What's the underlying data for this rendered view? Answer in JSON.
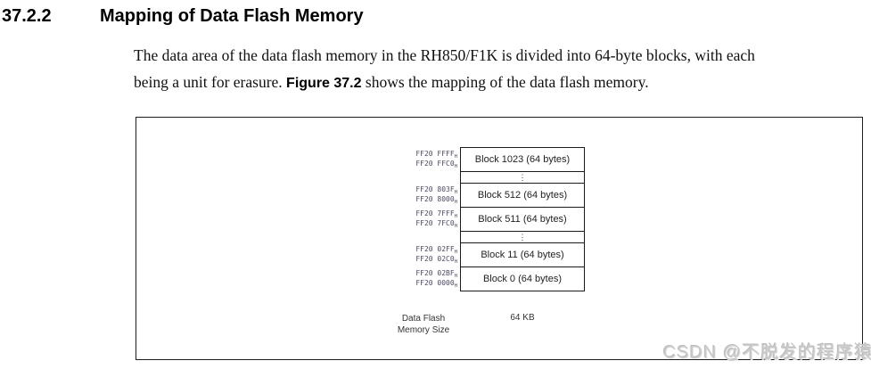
{
  "page": {
    "section_number": "37.2.2",
    "section_title": "Mapping of Data Flash Memory",
    "paragraph": {
      "line1": "The data area of the data flash memory in the RH850/F1K is divided into 64-byte blocks, with each",
      "line2_before_bold": "being a unit for erasure. ",
      "line2_bold": "Figure 37.2",
      "line2_after_bold": " shows the mapping of the data flash memory."
    }
  },
  "figure": {
    "addr_subscript": "H",
    "dots_glyph": "⋮",
    "rows": [
      {
        "type": "block",
        "label": "Block 1023 (64 bytes)",
        "addr_top": "FF20 FFFF",
        "addr_bottom": "FF20 FFC0"
      },
      {
        "type": "dots"
      },
      {
        "type": "block",
        "label": "Block 512 (64 bytes)",
        "addr_top": "FF20 803F",
        "addr_bottom": "FF20 8000"
      },
      {
        "type": "block",
        "label": "Block 511 (64 bytes)",
        "addr_top": "FF20 7FFF",
        "addr_bottom": "FF20 7FC0"
      },
      {
        "type": "dots"
      },
      {
        "type": "block",
        "label": "Block 11 (64 bytes)",
        "addr_top": "FF20 02FF",
        "addr_bottom": "FF20 02C0"
      },
      {
        "type": "block",
        "label": "Block 0 (64 bytes)",
        "addr_top": "FF20 02BF",
        "addr_bottom": "FF20 0000"
      }
    ],
    "size_label_line1": "Data Flash",
    "size_label_line2": "Memory Size",
    "size_value": "64 KB"
  },
  "watermark": "CSDN @不脱发的程序猿",
  "colors": {
    "address_text": "#4a4a62",
    "block_text": "#1f1f1f",
    "watermark": "#cbcbcb"
  }
}
